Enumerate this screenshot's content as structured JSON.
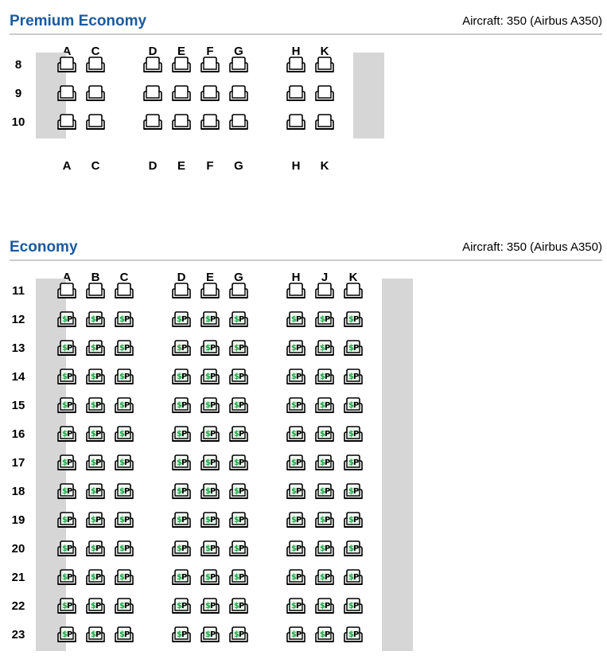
{
  "colors": {
    "title": "#1a5aa0",
    "wall": "#d6d6d6",
    "premium_seat_marker": "#1fa64a"
  },
  "cabins": [
    {
      "id": "premium",
      "title": "Premium Economy",
      "aircraft": "Aircraft: 350 (Airbus A350)",
      "columns": [
        "A",
        "C",
        "D",
        "E",
        "F",
        "G",
        "H",
        "K"
      ],
      "rows": [
        "8",
        "9",
        "10"
      ],
      "footer_columns": true,
      "seat_type_by_row": {
        "8": "standard",
        "9": "standard",
        "10": "standard"
      }
    },
    {
      "id": "economy",
      "title": "Economy",
      "aircraft": "Aircraft: 350 (Airbus A350)",
      "columns": [
        "A",
        "B",
        "C",
        "D",
        "E",
        "G",
        "H",
        "J",
        "K"
      ],
      "rows": [
        "11",
        "12",
        "13",
        "14",
        "15",
        "16",
        "17",
        "18",
        "19",
        "20",
        "21",
        "22",
        "23"
      ],
      "footer_columns": false,
      "seat_type_by_row": {
        "11": "standard",
        "12": "preferred",
        "13": "preferred",
        "14": "preferred",
        "15": "preferred",
        "16": "preferred",
        "17": "preferred",
        "18": "preferred",
        "19": "preferred",
        "20": "preferred",
        "21": "preferred",
        "22": "preferred",
        "23": "preferred"
      }
    }
  ],
  "seat_icons": {
    "standard": "seat-icon",
    "preferred": "preferred-seat-icon"
  },
  "preferred_marker": {
    "symbol": "$",
    "letter": "P"
  }
}
